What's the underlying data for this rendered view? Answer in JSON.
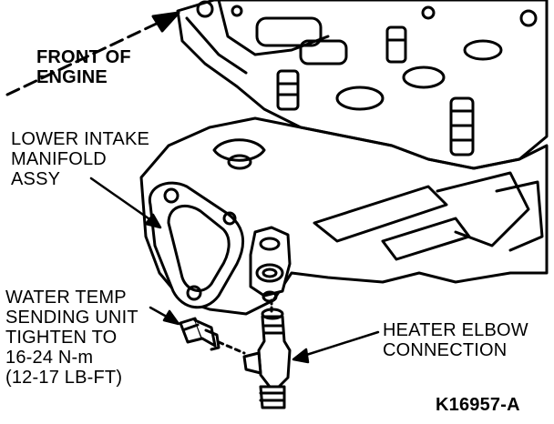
{
  "labels": {
    "front_of_engine": [
      "FRONT OF",
      "ENGINE"
    ],
    "lower_intake": [
      "LOWER INTAKE",
      "MANIFOLD",
      "ASSY"
    ],
    "water_temp": [
      "WATER TEMP",
      "SENDING UNIT",
      "TIGHTEN TO",
      "16-24 N-m",
      "(12-17 LB-FT)"
    ],
    "heater_elbow": [
      "HEATER ELBOW",
      "CONNECTION"
    ],
    "figure_id": "K16957-A"
  }
}
